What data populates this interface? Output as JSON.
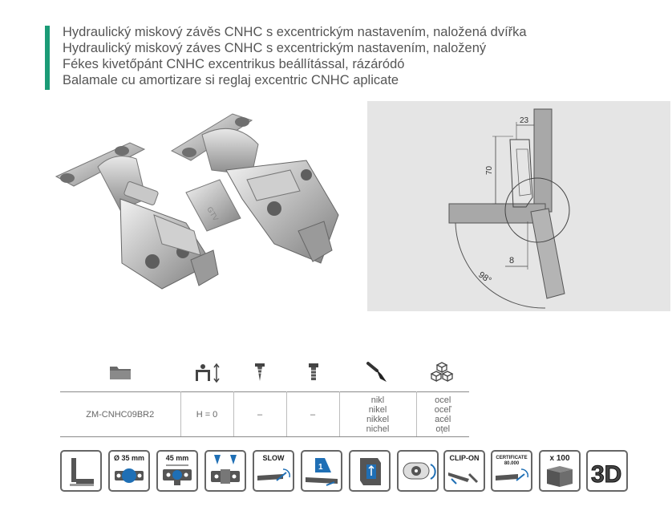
{
  "header": {
    "titles": [
      "Hydraulický miskový závěs CNHC s excentrickým nastavením, naložená dvířka",
      "Hydraulický miskový záves CNHC s excentrickým nastavením, naložený",
      "Fékes kivetőpánt CNHC excentrikus beállítással, rázáródó",
      "Balamale cu amortizare si reglaj excentric CNHC aplicate"
    ]
  },
  "diagram": {
    "dim_top": "23",
    "dim_height": "70",
    "dim_bottom": "8",
    "angle": "98°"
  },
  "spec_table": {
    "header_icons": [
      "folder-icon",
      "height-adjust-icon",
      "wood-screw-icon",
      "euro-screw-icon",
      "paint-brush-icon",
      "material-cubes-icon"
    ],
    "code": "ZM-CNHC09BR2",
    "height": "H = 0",
    "screw1": "–",
    "screw2": "–",
    "finish": [
      "nikl",
      "nikel",
      "nikkel",
      "nichel"
    ],
    "material": [
      "ocel",
      "oceľ",
      "acél",
      "oțel"
    ]
  },
  "badges": {
    "cup_diameter": "Ø 35 mm",
    "spacing": "45 mm",
    "slow": "SLOW",
    "step": "1",
    "clip_on": "CLIP-ON",
    "certificate": "CERTIFICATE",
    "cycles": "80.000",
    "pack_qty": "x 100",
    "three_d": "3D"
  },
  "colors": {
    "accent": "#1a9b76",
    "diagram_bg": "#e5e5e5",
    "badge_blue": "#1f6fb5"
  }
}
